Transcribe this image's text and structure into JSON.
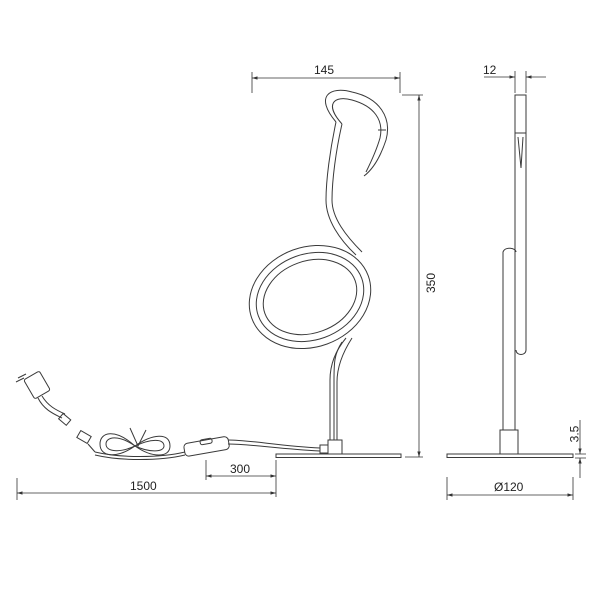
{
  "diagram": {
    "type": "technical-drawing",
    "subject": "flamingo table lamp",
    "views": [
      "front-view",
      "side-view"
    ],
    "dimensions": {
      "front_width": "145",
      "height": "350",
      "side_depth": "12",
      "base_thickness": "3.5",
      "base_diameter": "Ø120",
      "cable_total_length": "1500",
      "switch_to_base_length": "300"
    },
    "units": "mm",
    "line_color": "#3a3a3a",
    "background": "#ffffff"
  }
}
